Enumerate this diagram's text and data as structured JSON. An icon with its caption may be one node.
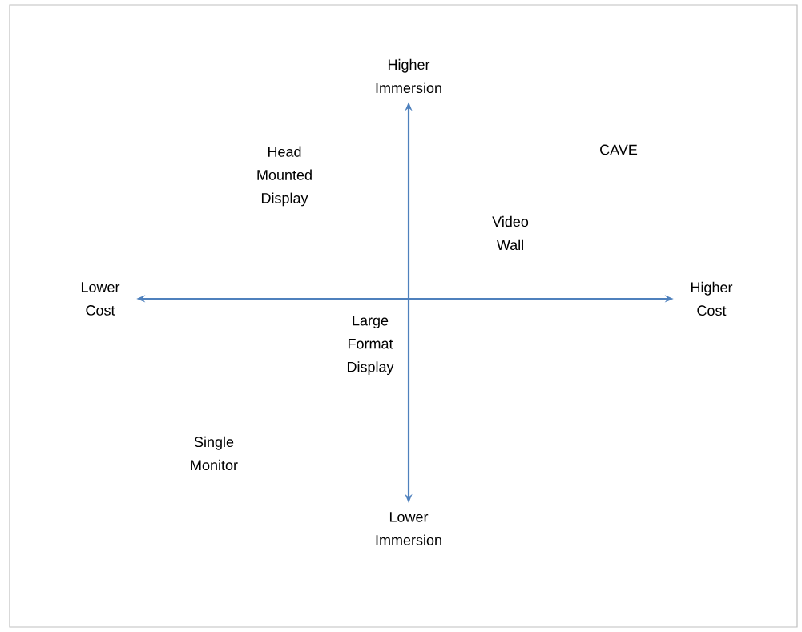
{
  "diagram": {
    "nodes": [
      {
        "text": [
          "Higher Immersion"
        ]
      },
      {
        "text": [
          "Lower Cost"
        ]
      },
      {
        "text": [
          "Higher Cost"
        ]
      },
      {
        "text": [
          "Lower Immersion"
        ]
      }
    ],
    "edges": [
      {
        "from": 1,
        "to": 2,
        "arrow": "both"
      },
      {
        "from": 3,
        "to": 0,
        "arrow": "both"
      }
    ],
    "labels": [
      "Head Mounted Display",
      "CAVE",
      "Video Wall",
      "Large Format Display",
      "Single Monitor"
    ]
  }
}
